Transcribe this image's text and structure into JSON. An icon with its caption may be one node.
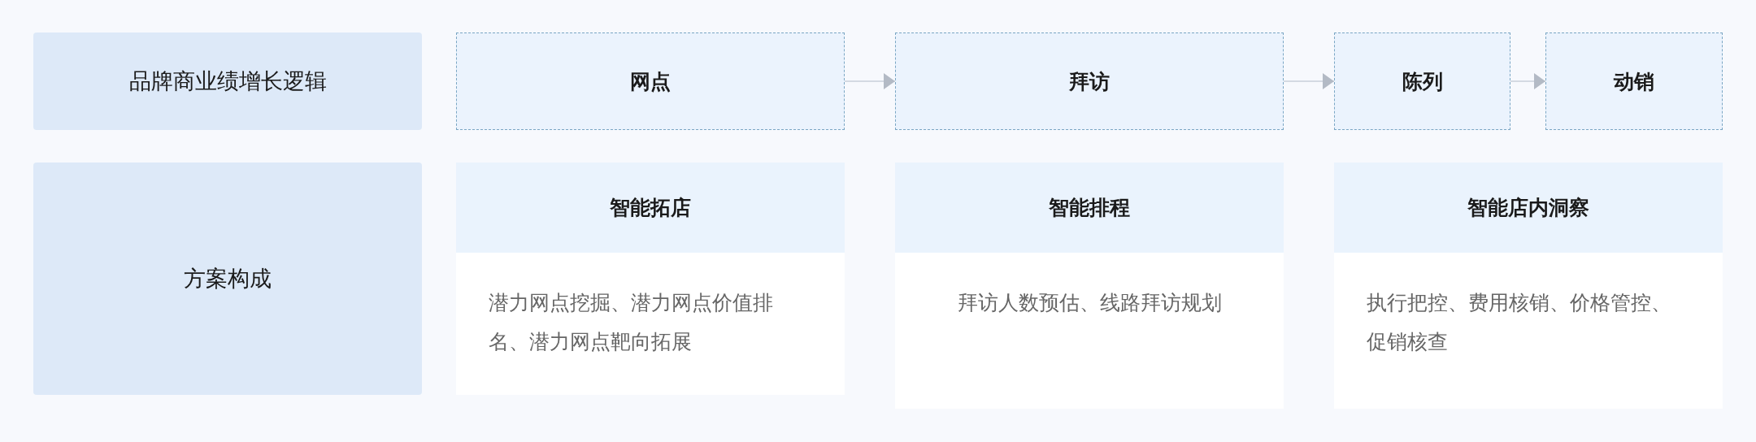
{
  "diagram": {
    "nodes": [
      {
        "text": [
          "品牌商业绩增长逻辑"
        ]
      },
      {
        "text": [
          "网点"
        ]
      },
      {
        "text": [
          "拜访"
        ]
      },
      {
        "text": [
          "陈列"
        ]
      },
      {
        "text": [
          "动销"
        ]
      },
      {
        "text": [
          "方案构成"
        ]
      },
      {
        "text": [
          "智能拓店",
          "潜力网点挖掘、潜力网点价值排名、潜力网点靶向拓展"
        ]
      },
      {
        "text": [
          "智能排程",
          "拜访人数预估、线路拜访规划"
        ]
      },
      {
        "text": [
          "智能店内洞察",
          "执行把控、费用核销、价格管控、促销核查"
        ]
      }
    ],
    "edges": [
      {
        "from": 1,
        "to": 2,
        "arrow": "to"
      },
      {
        "from": 2,
        "to": 3,
        "arrow": "to"
      },
      {
        "from": 3,
        "to": 4,
        "arrow": "to"
      }
    ]
  }
}
